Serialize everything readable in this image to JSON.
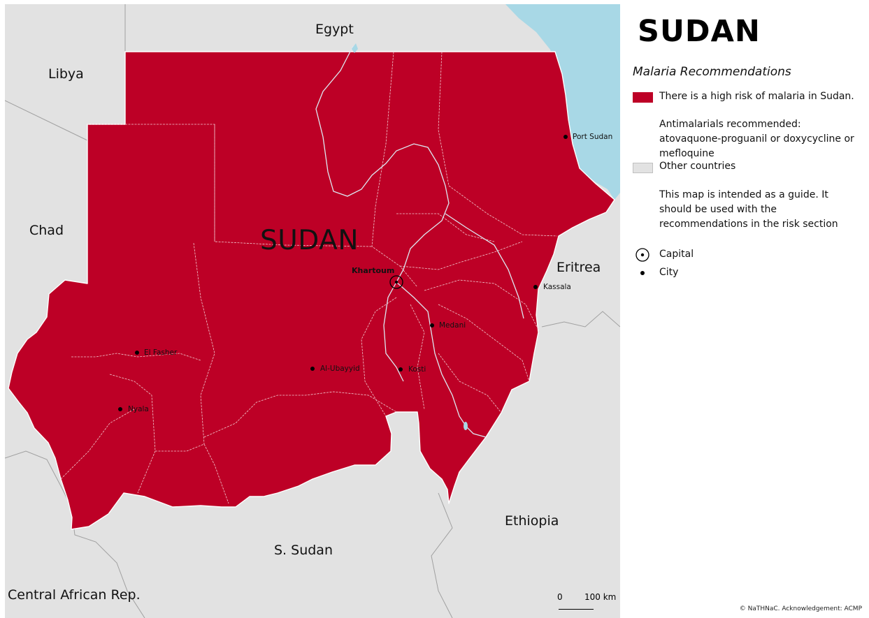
{
  "title": "SUDAN",
  "map": {
    "countries": {
      "egypt": "Egypt",
      "libya": "Libya",
      "chad": "Chad",
      "eritrea": "Eritrea",
      "ethiopia": "Ethiopia",
      "south_sudan": "S. Sudan",
      "car": "Central African Rep."
    },
    "country_name": "SUDAN",
    "capital": "Khartoum",
    "cities": {
      "port_sudan": "Port Sudan",
      "kassala": "Kassala",
      "medani": "Medani",
      "el_fasher": "El Fasher",
      "al_ubayyid": "Al-Ubayyid",
      "kosti": "Kosti",
      "nyala": "Nyala"
    },
    "scale": {
      "start": "0",
      "end": "100 km"
    }
  },
  "legend": {
    "heading": "Malaria Recommendations",
    "high_risk": "There is a high risk of malaria in Sudan.",
    "antimalarials": "Antimalarials recommended: atovaquone-proguanil or doxycycline or mefloquine",
    "other_countries": "Other countries",
    "note": "This map is intended as a guide. It should be used with the recommendations in the risk section",
    "capital": "Capital",
    "city": "City"
  },
  "colors": {
    "high_risk": "#bd0026",
    "other_countries": "#e2e2e2",
    "water": "#a8d8e6"
  },
  "credit": "© NaTHNaC. Acknowledgement: ACMP"
}
